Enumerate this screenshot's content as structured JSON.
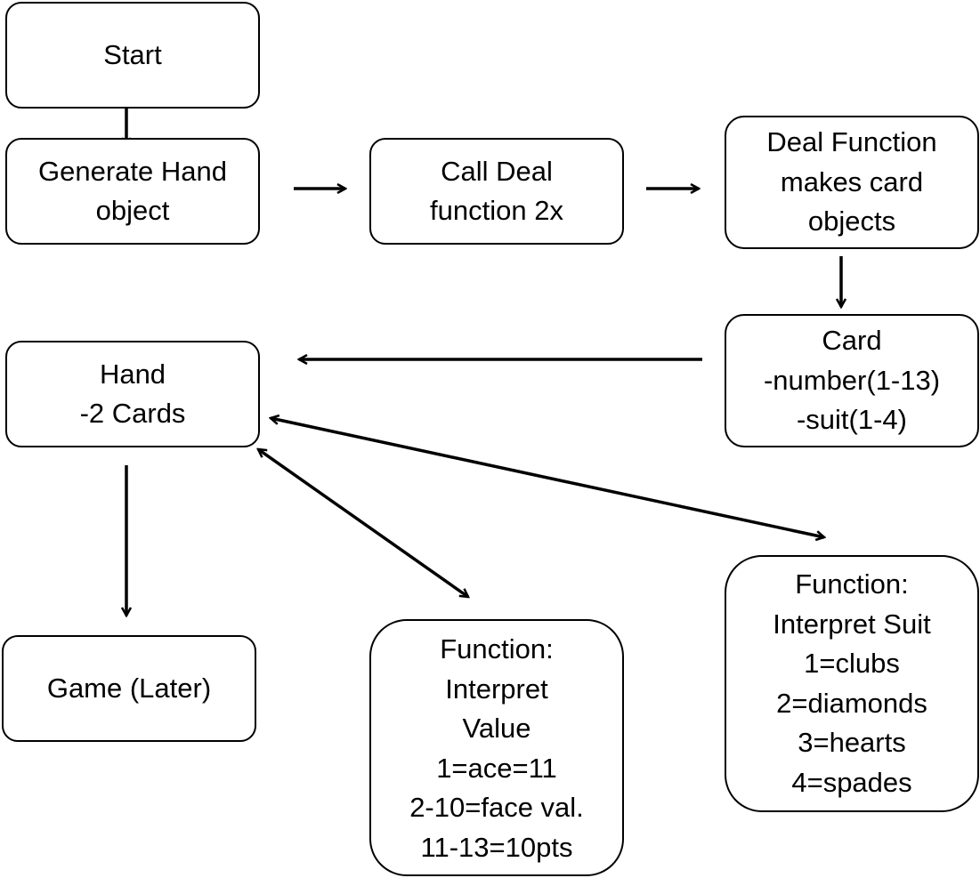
{
  "nodes": {
    "start": {
      "lines": [
        "Start"
      ]
    },
    "generate_hand": {
      "lines": [
        "Generate Hand",
        "object"
      ]
    },
    "call_deal": {
      "lines": [
        "Call Deal",
        "function 2x"
      ]
    },
    "deal_function": {
      "lines": [
        "Deal Function",
        "makes card",
        "objects"
      ]
    },
    "card": {
      "lines": [
        "Card",
        "-number(1-13)",
        "-suit(1-4)"
      ]
    },
    "hand": {
      "lines": [
        "Hand",
        "-2 Cards"
      ]
    },
    "game": {
      "lines": [
        "Game (Later)"
      ]
    },
    "interpret_value": {
      "lines": [
        "Function:",
        "Interpret",
        "Value",
        "1=ace=11",
        "2-10=face val.",
        "11-13=10pts"
      ]
    },
    "interpret_suit": {
      "lines": [
        "Function:",
        "Interpret Suit",
        "1=clubs",
        "2=diamonds",
        "3=hearts",
        "4=spades"
      ]
    }
  },
  "edges": [
    {
      "from": "start",
      "to": "generate_hand",
      "direction": "forward"
    },
    {
      "from": "generate_hand",
      "to": "call_deal",
      "direction": "forward"
    },
    {
      "from": "call_deal",
      "to": "deal_function",
      "direction": "forward"
    },
    {
      "from": "deal_function",
      "to": "card",
      "direction": "forward"
    },
    {
      "from": "card",
      "to": "hand",
      "direction": "forward"
    },
    {
      "from": "hand",
      "to": "game",
      "direction": "forward"
    },
    {
      "from": "hand",
      "to": "interpret_value",
      "direction": "both"
    },
    {
      "from": "hand",
      "to": "interpret_suit",
      "direction": "both"
    }
  ]
}
